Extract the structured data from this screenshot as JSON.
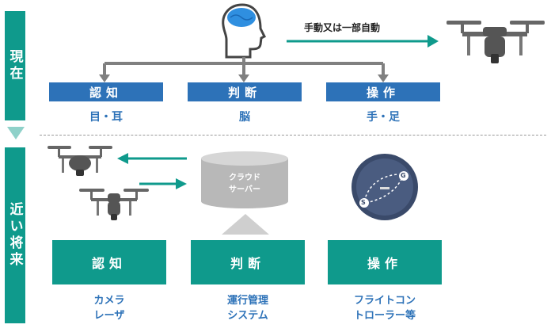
{
  "sections": {
    "current_label": "現在",
    "future_label": "近い将来"
  },
  "current": {
    "arrow_label": "手動又は一部自動",
    "steps": [
      {
        "box": "認知",
        "sub": "目・耳"
      },
      {
        "box": "判断",
        "sub": "脳"
      },
      {
        "box": "操作",
        "sub": "手・足"
      }
    ]
  },
  "future": {
    "cloud_label_1": "クラウド",
    "cloud_label_2": "サーバー",
    "steps": [
      {
        "box": "認知",
        "sub_1": "カメラ",
        "sub_2": "レーザ"
      },
      {
        "box": "判断",
        "sub_1": "運行管理",
        "sub_2": "システム"
      },
      {
        "box": "操作",
        "sub_1": "フライトコン",
        "sub_2": "トローラー等"
      }
    ],
    "route_start": "S",
    "route_goal": "G"
  },
  "colors": {
    "teal": "#0f9a8c",
    "blue": "#2d72b8",
    "gray": "#808080"
  },
  "icons": [
    "head-brain-icon",
    "drone-icon",
    "cloud-server-icon",
    "route-map-icon"
  ]
}
